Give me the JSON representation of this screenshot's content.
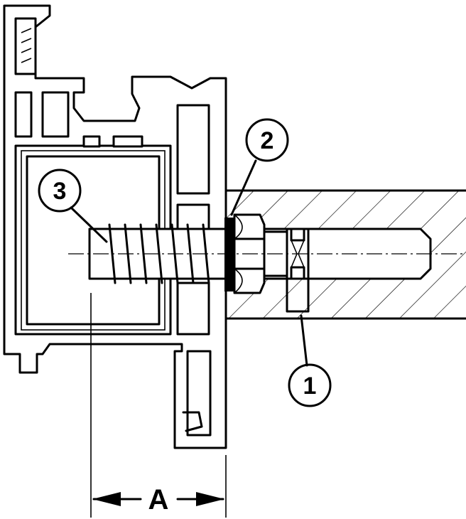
{
  "callouts": [
    {
      "id": "1",
      "label": "1"
    },
    {
      "id": "2",
      "label": "2"
    },
    {
      "id": "3",
      "label": "3"
    }
  ],
  "dimension": {
    "label": "A"
  }
}
